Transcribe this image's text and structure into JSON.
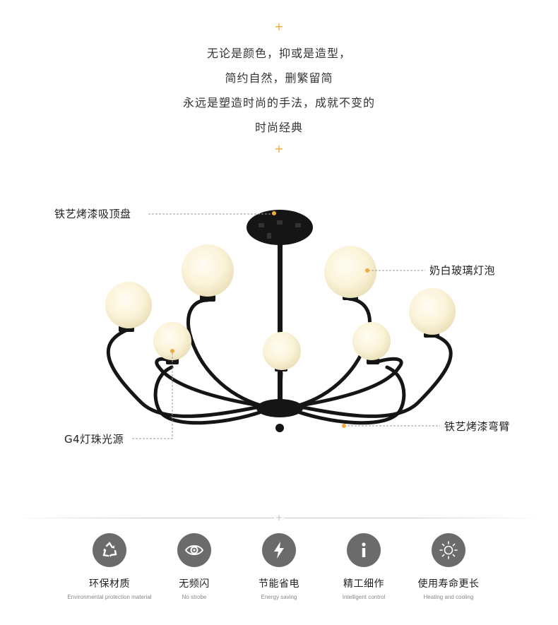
{
  "intro": {
    "lines": [
      "无论是颜色，抑或是造型，",
      "简约自然，删繁留简",
      "永远是塑造时尚的手法，成就不变的",
      "时尚经典"
    ],
    "ornament": "+"
  },
  "callouts": {
    "canopy": "铁艺烤漆吸顶盘",
    "bulb": "奶白玻璃灯泡",
    "source": "G4灯珠光源",
    "arm": "铁艺烤漆弯臂"
  },
  "colors": {
    "accent": "#f0a93a",
    "frame": "#151515",
    "glass": "#fbf6e2",
    "icon_bg": "#6b6b6b"
  },
  "divider_mark": "+",
  "features": [
    {
      "icon": "recycle-icon",
      "title": "环保材质",
      "subtitle": "Environmental protection material"
    },
    {
      "icon": "eye-icon",
      "title": "无频闪",
      "subtitle": "No strobe"
    },
    {
      "icon": "lightning-icon",
      "title": "节能省电",
      "subtitle": "Energy saving"
    },
    {
      "icon": "info-icon",
      "title": "精工细作",
      "subtitle": "Intelligent control"
    },
    {
      "icon": "sun-icon",
      "title": "使用寿命更长",
      "subtitle": "Heating and cooling"
    }
  ]
}
